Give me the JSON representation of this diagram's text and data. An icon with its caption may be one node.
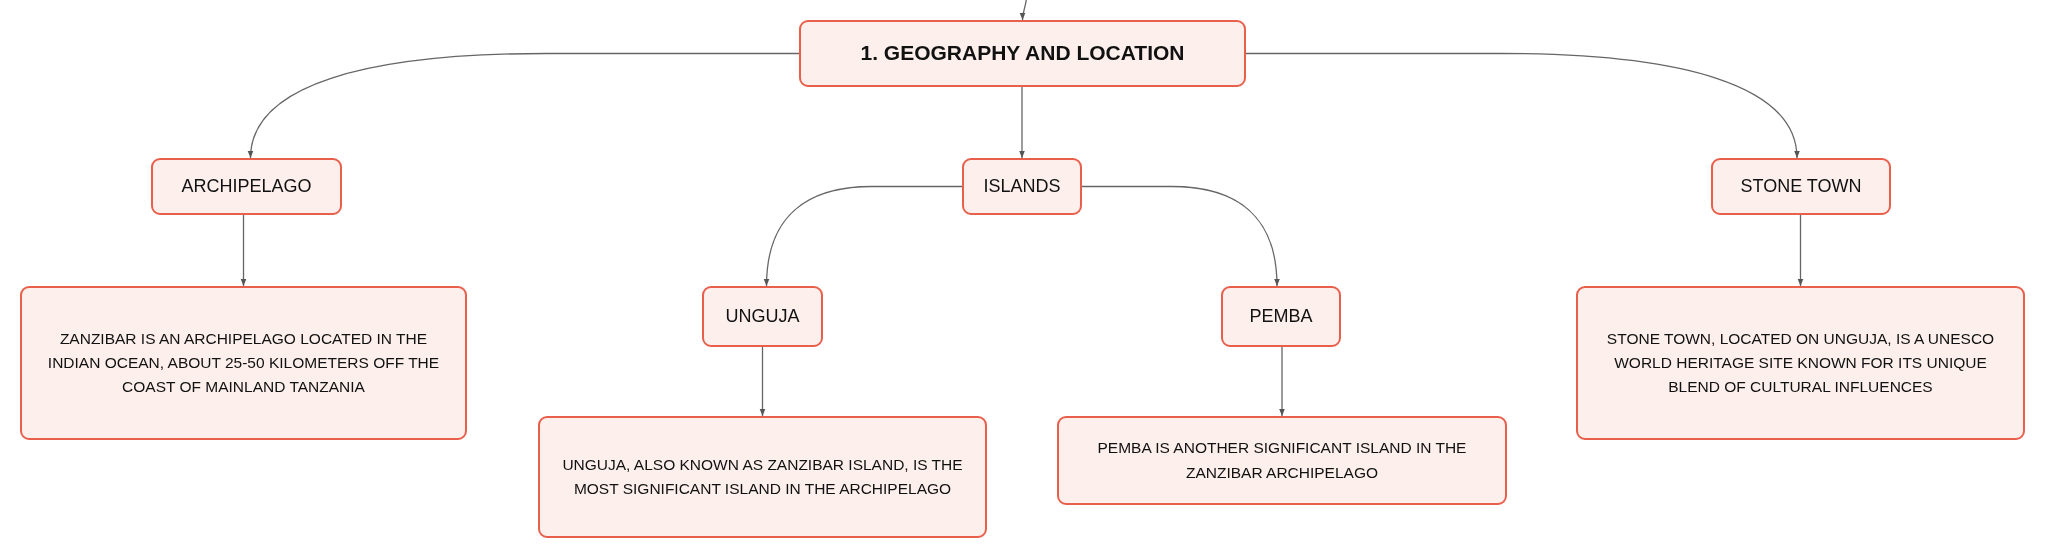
{
  "diagram": {
    "nodes": [
      {
        "text": [
          "1. GEOGRAPHY AND LOCATION"
        ]
      },
      {
        "text": [
          "ARCHIPELAGO"
        ]
      },
      {
        "text": [
          "ISLANDS"
        ]
      },
      {
        "text": [
          "STONE TOWN"
        ]
      },
      {
        "text": [
          "ZANZIBAR IS AN ARCHIPELAGO LOCATED IN THE INDIAN OCEAN, ABOUT 25-50 KILOMETERS OFF THE COAST OF MAINLAND TANZANIA"
        ]
      },
      {
        "text": [
          "UNGUJA"
        ]
      },
      {
        "text": [
          "PEMBA"
        ]
      },
      {
        "text": [
          "STONE TOWN, LOCATED ON UNGUJA, IS A UNESCO WORLD HERITAGE SITE KNOWN FOR ITS UNIQUE BLEND OF CULTURAL INFLUENCES"
        ]
      },
      {
        "text": [
          "UNGUJA, ALSO KNOWN AS ZANZIBAR ISLAND, IS THE MOST SIGNIFICANT ISLAND IN THE ARCHIPELAGO"
        ]
      },
      {
        "text": [
          "PEMBA IS ANOTHER SIGNIFICANT ISLAND IN THE ZANZIBAR ARCHIPELAGO"
        ]
      }
    ],
    "edges": [
      {
        "from": null,
        "to": 0,
        "arrow": "to"
      },
      {
        "from": 0,
        "to": 1,
        "arrow": "to"
      },
      {
        "from": 0,
        "to": 2,
        "arrow": "to"
      },
      {
        "from": 0,
        "to": 3,
        "arrow": "to"
      },
      {
        "from": 1,
        "to": 4,
        "arrow": "to"
      },
      {
        "from": 2,
        "to": 5,
        "arrow": "to"
      },
      {
        "from": 2,
        "to": 6,
        "arrow": "to"
      },
      {
        "from": 3,
        "to": 7,
        "arrow": "to"
      },
      {
        "from": 5,
        "to": 8,
        "arrow": "to"
      },
      {
        "from": 6,
        "to": 9,
        "arrow": "to"
      }
    ]
  }
}
